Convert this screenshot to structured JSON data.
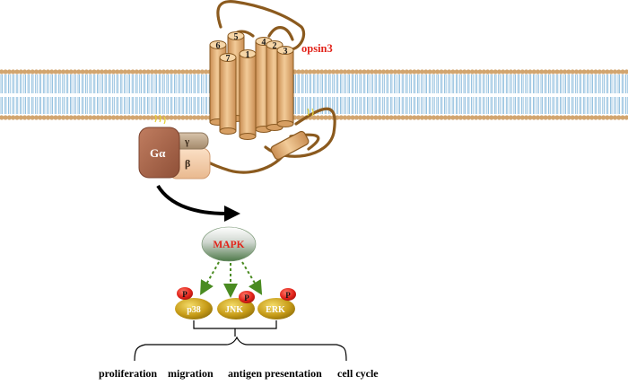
{
  "receptor": {
    "name": "opsin3",
    "helix_numbers": [
      "6",
      "5",
      "7",
      "1",
      "4",
      "2",
      "3"
    ]
  },
  "g_protein": {
    "alpha": "Gα",
    "gamma": "γ",
    "beta": "β"
  },
  "cascade": {
    "hub": "MAPK",
    "phospho": "P",
    "kinases": [
      "p38",
      "JNK",
      "ERK"
    ]
  },
  "outcomes": [
    "proliferation",
    "migration",
    "antigen presentation",
    "cell cycle"
  ],
  "colors": {
    "receptor_fill": "#e8b57e",
    "receptor_stroke": "#8a5a22",
    "loop": "#8b5a1e",
    "lipid_head": "#d2a56f",
    "lipid_tail": "#7fb4d8",
    "label_red": "#e2231a",
    "g_alpha": "#a4654a",
    "g_gamma": "#b9a184",
    "g_beta": "#f2c9a4",
    "kinase_gold": "#c8a21c",
    "phospho_red": "#e2231a",
    "arrow_green": "#4a8b21"
  }
}
